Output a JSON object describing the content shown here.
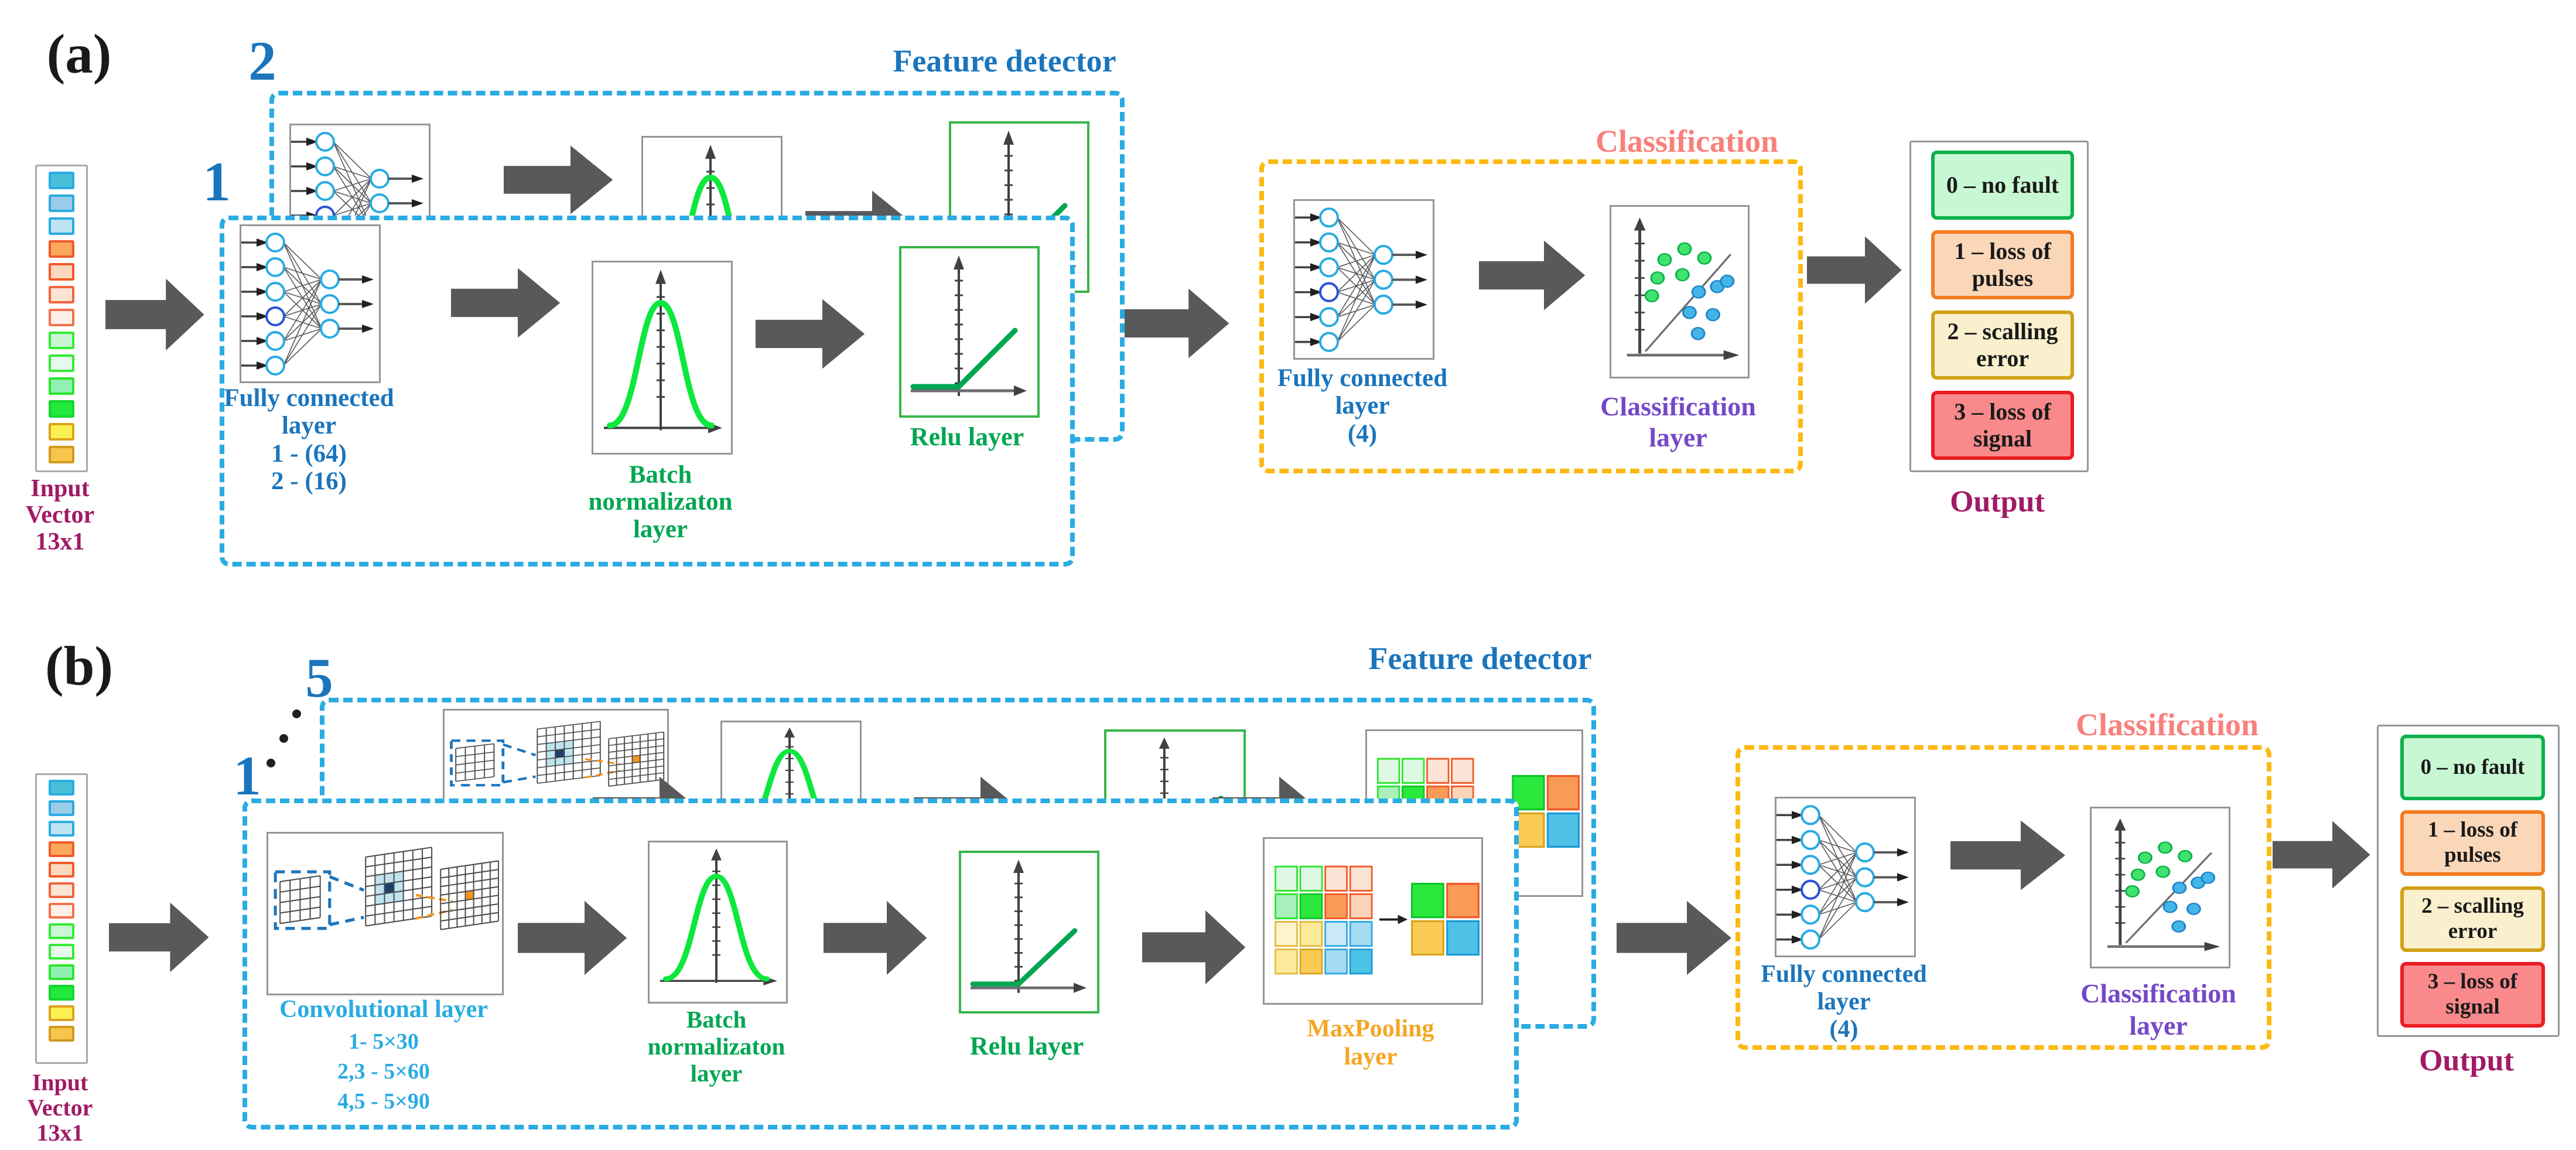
{
  "a": {
    "panel_label": "(a)",
    "input_vector": {
      "l1": "Input",
      "l2": "Vector",
      "l3": "13x1"
    },
    "feature_detector": {
      "title": "Feature detector",
      "front_index": "1",
      "back_index": "2",
      "fc": {
        "l1": "Fully connected",
        "l2": "layer",
        "l3": "1 - (64)",
        "l4": "2 - (16)"
      },
      "bn": {
        "l1": "Batch",
        "l2": "normalizaton",
        "l3": "layer"
      },
      "relu_label": "Relu layer",
      "relu_back_label": "Relu layer"
    },
    "classification": {
      "title": "Classification",
      "fc": {
        "l1": "Fully connected",
        "l2": "layer",
        "l3": "(4)"
      },
      "layer_label": {
        "l1": "Classification",
        "l2": "layer"
      }
    },
    "output": {
      "title": "Output",
      "items": [
        {
          "l1": "0 – no fault",
          "l2": ""
        },
        {
          "l1": "1 – loss of",
          "l2": "pulses"
        },
        {
          "l1": "2 – scalling",
          "l2": "error"
        },
        {
          "l1": "3 – loss of",
          "l2": "signal"
        }
      ]
    }
  },
  "b": {
    "panel_label": "(b)",
    "input_vector": {
      "l1": "Input",
      "l2": "Vector",
      "l3": "13x1"
    },
    "feature_detector": {
      "title": "Feature detector",
      "front_index": "1",
      "back_index": "5",
      "conv": {
        "l1": "Convolutional layer",
        "l2": "1- 5×30",
        "l3": "2,3 - 5×60",
        "l4": "4,5 - 5×90"
      },
      "bn": {
        "l1": "Batch",
        "l2": "normalizaton",
        "l3": "layer"
      },
      "relu_label": "Relu layer",
      "maxpool": {
        "l1": "MaxPooling",
        "l2": "layer"
      }
    },
    "classification": {
      "title": "Classification",
      "fc": {
        "l1": "Fully connected",
        "l2": "layer",
        "l3": "(4)"
      },
      "layer_label": {
        "l1": "Classification",
        "l2": "layer"
      }
    },
    "output": {
      "title": "Output",
      "items": [
        {
          "l1": "0 – no fault",
          "l2": ""
        },
        {
          "l1": "1 – loss of",
          "l2": "pulses"
        },
        {
          "l1": "2 – scalling",
          "l2": "error"
        },
        {
          "l1": "3 – loss of",
          "l2": "signal"
        }
      ]
    }
  },
  "vector_cells": [
    "background:#49BED8;border-color:#2AACE3",
    "background:#9CCBE8;border-color:#29ABE2",
    "background:#BFE3F2;border-color:#29ABE2",
    "background:#FBA85E;border-color:#F15A29",
    "background:#FAD8BD;border-color:#F15A29",
    "background:#FBE4D4;border-color:#F3653C",
    "background:#FDF0E7;border-color:#F4704C",
    "background:#CBF6D4;border-color:#35EB35",
    "background:#E6F9EC;border-color:#35EB35",
    "background:#90F0B1;border-color:#2BE52B",
    "background:#23E93D;border-color:#16D62E",
    "background:#FAF151;border-color:#DCA21D",
    "background:#F6C54C;border-color:#D0991F"
  ],
  "output_item_styles": [
    "background:#C8F7D3;border-color:#0DB14B",
    "background:#FBD7B9;border-color:#F47B20",
    "background:#FAF0CD;border-color:#D2A117",
    "background:#F9898B;border-color:#EC1C24"
  ],
  "colors": {
    "accent_blue": "#1B75BC",
    "cyan_dash": "#2AACE3",
    "yellow_dash": "#FDB913",
    "green_label": "#00A651",
    "salmon_label": "#F9807B",
    "purple_label": "#7648C8",
    "magenta_label": "#A01A66",
    "gold_label": "#F5A623",
    "arrow_gray": "#58595B"
  }
}
